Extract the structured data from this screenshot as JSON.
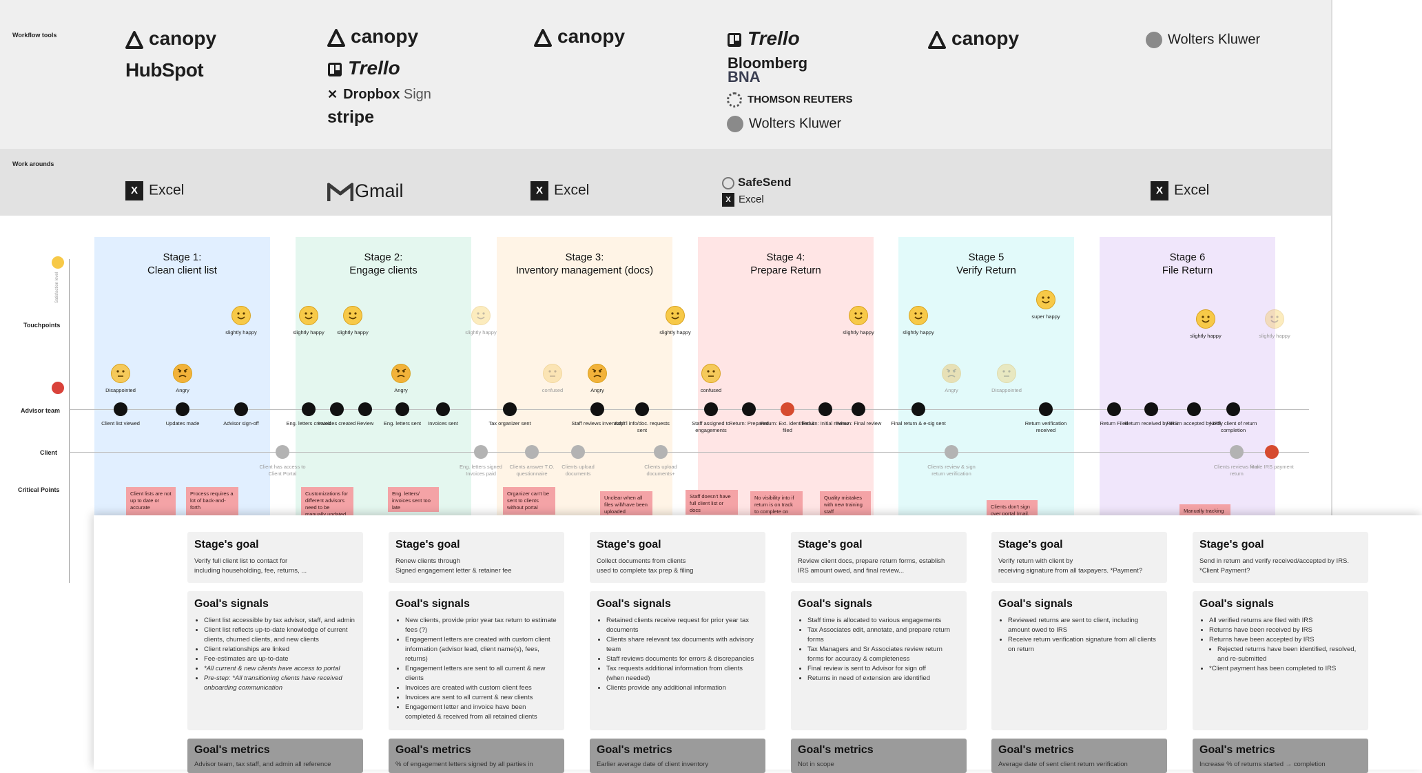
{
  "rows": {
    "workflow_tools": "Workflow tools",
    "work_arounds": "Work arounds",
    "touchpoints": "Touchpoints",
    "satisfaction": "Satisfaction level",
    "advisor_team": "Advisor team",
    "client": "Client",
    "critical_points": "Critical Points"
  },
  "tools": {
    "c1": [
      "canopy",
      "HubSpot"
    ],
    "c2": [
      "canopy",
      "Trello",
      "Dropbox",
      "Sign",
      "stripe"
    ],
    "c3": [
      "canopy"
    ],
    "c4": [
      "Trello",
      "Bloomberg",
      "BNA",
      "THOMSON REUTERS",
      "Wolters Kluwer"
    ],
    "c5": [
      "canopy"
    ],
    "c6": [
      "Wolters Kluwer"
    ]
  },
  "workarounds": {
    "c1": "Excel",
    "c2": "Gmail",
    "c3": "Excel",
    "c4": [
      "SafeSend",
      "Excel"
    ],
    "c6": "Excel"
  },
  "stages": [
    {
      "title": "Stage 1:\nClean client list",
      "color": "#e1efff"
    },
    {
      "title": "Stage 2:\nEngage clients",
      "color": "#e4f7ef"
    },
    {
      "title": "Stage 3:\nInventory management (docs)",
      "color": "#fff4e6"
    },
    {
      "title": "Stage 4:\nPrepare Return",
      "color": "#ffe5e5"
    },
    {
      "title": "Stage 5\nVerify Return",
      "color": "#e2fafa"
    },
    {
      "title": "Stage 6\nFile Return",
      "color": "#f0e6fb"
    }
  ],
  "advisor_nodes": [
    {
      "label": "Client list viewed"
    },
    {
      "label": "Updates made"
    },
    {
      "label": "Advisor sign-off"
    },
    {
      "label": "Eng. letters created"
    },
    {
      "label": "Invoices created"
    },
    {
      "label": "Review"
    },
    {
      "label": "Eng. letters sent"
    },
    {
      "label": "Invoices sent"
    },
    {
      "label": "Tax organizer sent"
    },
    {
      "label": "Staff reviews inventory"
    },
    {
      "label": "Addt'l info/doc. requests sent"
    },
    {
      "label": "Staff assigned to engagements"
    },
    {
      "label": "Return: Prepared"
    },
    {
      "label": "Return: Ext. identified & filed",
      "color": "#d64b2f"
    },
    {
      "label": "Return: Initial review"
    },
    {
      "label": "Return: Final review"
    },
    {
      "label": "Final return & e-sig sent"
    },
    {
      "label": "Return verification received"
    },
    {
      "label": "Return Filed"
    },
    {
      "label": "Return received by IRS"
    },
    {
      "label": "Return accepted by IRS"
    },
    {
      "label": "Notify client of return completion"
    }
  ],
  "client_nodes": [
    {
      "label": "Client has access to Client Portal"
    },
    {
      "label": "Eng. letters signed Invoices paid"
    },
    {
      "label": "Clients answer T.O. questionnaire"
    },
    {
      "label": "Clients upload documents"
    },
    {
      "label": "Clients upload documents+"
    },
    {
      "label": "Clients review & sign return verification"
    },
    {
      "label": "Clients reviews final return"
    },
    {
      "label": "Make IRS payment",
      "color": "#d64b2f"
    }
  ],
  "emotions": [
    {
      "label": "Disappointed",
      "mood": "sad"
    },
    {
      "label": "Angry",
      "mood": "angry"
    },
    {
      "label": "slightly happy",
      "mood": "happy"
    },
    {
      "label": "slightly happy",
      "mood": "happy"
    },
    {
      "label": "slightly happy",
      "mood": "happy"
    },
    {
      "label": "Angry",
      "mood": "angry"
    },
    {
      "label": "slightly happy",
      "mood": "happy",
      "faded": true
    },
    {
      "label": "confused",
      "mood": "sad",
      "faded": true
    },
    {
      "label": "Angry",
      "mood": "angry"
    },
    {
      "label": "slightly happy",
      "mood": "happy"
    },
    {
      "label": "confused",
      "mood": "sad"
    },
    {
      "label": "slightly happy",
      "mood": "happy"
    },
    {
      "label": "slightly happy",
      "mood": "happy"
    },
    {
      "label": "Angry",
      "mood": "angry",
      "faded": true
    },
    {
      "label": "Disappointed",
      "mood": "sad",
      "faded": true
    },
    {
      "label": "super happy",
      "mood": "happy"
    },
    {
      "label": "slightly happy",
      "mood": "happy"
    },
    {
      "label": "slightly happy",
      "mood": "happy",
      "faded": true
    }
  ],
  "stickies": [
    "Client lists are not up to date or accurate",
    "Process requires a lot of back-and-forth",
    "Customizations for different advisors need to be manually updated",
    "Eng. letters/ invoices sent too late",
    "Organizer can't be sent to clients without portal",
    "Unclear when all files will/have been uploaded",
    "Staff doesn't have full client list or docs",
    "No visibility into if return is on track to complete on time",
    "Quality mistakes with new training staff",
    "Clients don't sign over portal (mail,",
    "Manually tracking"
  ],
  "panel": {
    "goal_heading": "Stage's goal",
    "signals_heading": "Goal's signals",
    "metrics_heading": "Goal's metrics",
    "goals": [
      "Verify full client list to contact for\nincluding householding, fee, returns, ...",
      "Renew clients through\nSigned engagement letter & retainer fee",
      "Collect documents from clients\nused to complete tax prep & filing",
      "Review client docs, prepare return forms, establish\nIRS amount owed, and final review...",
      "Verify return with client by\nreceiving signature from all taxpayers. *Payment?",
      "Send in return and verify received/accepted by IRS.\n*Client Payment?"
    ],
    "signals": [
      [
        {
          "t": "Client list accessible by tax advisor, staff, and admin"
        },
        {
          "t": "Client list reflects up-to-date knowledge of current clients, churned clients, and new clients"
        },
        {
          "t": "Client relationships are linked"
        },
        {
          "t": "Fee-estimates are up-to-date"
        },
        {
          "t": "*All current & new clients have access to portal",
          "it": true
        },
        {
          "t": "Pre-step: *All transitioning clients have received onboarding communication",
          "it": true
        }
      ],
      [
        {
          "t": "New clients, provide prior year tax return to estimate fees (?)"
        },
        {
          "t": "Engagement letters are created with custom client information (advisor lead, client name(s), fees, returns)"
        },
        {
          "t": "Engagement letters are sent to all current & new clients"
        },
        {
          "t": "Invoices are created with custom client fees"
        },
        {
          "t": "Invoices are sent to all current & new clients"
        },
        {
          "t": "Engagement letter and invoice have been completed & received from all retained clients"
        }
      ],
      [
        {
          "t": "Retained clients receive request for prior year tax documents"
        },
        {
          "t": "Clients share relevant tax documents with advisory team"
        },
        {
          "t": "Staff reviews documents for errors & discrepancies"
        },
        {
          "t": "Tax requests additional information from clients (when needed)"
        },
        {
          "t": "Clients provide any additional information"
        }
      ],
      [
        {
          "t": "Staff time is allocated to various engagements"
        },
        {
          "t": "Tax Associates edit, annotate, and prepare return forms"
        },
        {
          "t": "Tax Managers and Sr Associates review return forms for accuracy & completeness"
        },
        {
          "t": "Final review is sent to Advisor for sign off"
        },
        {
          "t": "Returns in need of extension are identified"
        }
      ],
      [
        {
          "t": "Reviewed returns are sent to client, including amount owed to IRS"
        },
        {
          "t": "Receive return verification signature from all clients on return"
        }
      ],
      [
        {
          "t": "All verified returns are filed with IRS"
        },
        {
          "t": "Returns have been received by IRS"
        },
        {
          "t": "Returns have been accepted by IRS"
        },
        {
          "t": "Rejected returns have been identified, resolved, and re-submitted",
          "sub": true
        },
        {
          "t": "*Client payment has been completed to IRS"
        }
      ]
    ],
    "metrics": [
      "Advisor team, tax staff, and admin all reference",
      "% of engagement letters signed by all parties in",
      "Earlier average date of client inventory",
      "Not in scope",
      "Average date of sent client return verification",
      "Increase % of returns started → completion"
    ]
  }
}
